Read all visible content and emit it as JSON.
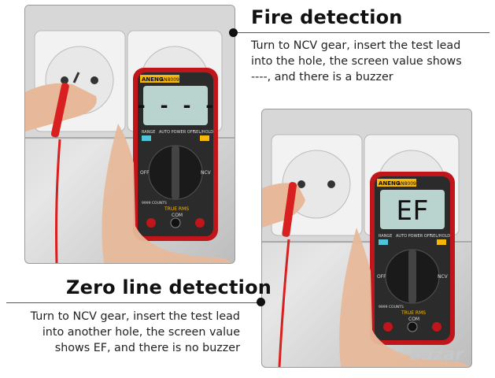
{
  "sections": {
    "fire": {
      "title": "Fire detection",
      "desc_lines": [
        "Turn to NCV gear, insert the test lead",
        "into the hole, the screen value shows",
        "----, and there is a buzzer"
      ],
      "screen": "- - - -"
    },
    "zero": {
      "title": "Zero line detection",
      "desc_lines": [
        "Turn to NCV gear, insert the test lead",
        "into another hole, the screen value",
        "shows EF, and there is no buzzer"
      ],
      "screen": "EF"
    }
  },
  "meter": {
    "brand": "ANENG",
    "model": "AN8009",
    "range_label": "RANGE",
    "auto_power_off": "AUTO POWER OFF",
    "sel_hold": "SEL/HOLD",
    "off": "OFF",
    "ncv": "NCV",
    "true_rms": "TRUE RMS",
    "com": "COM",
    "counts": "9999 COUNTS"
  },
  "watermark": "bazar",
  "colors": {
    "meter_red": "#c0151a",
    "meter_body": "#2b2b2b",
    "lcd": "#b9d3cf",
    "lead_red": "#d82020",
    "accent_yellow": "#f6b60a"
  }
}
